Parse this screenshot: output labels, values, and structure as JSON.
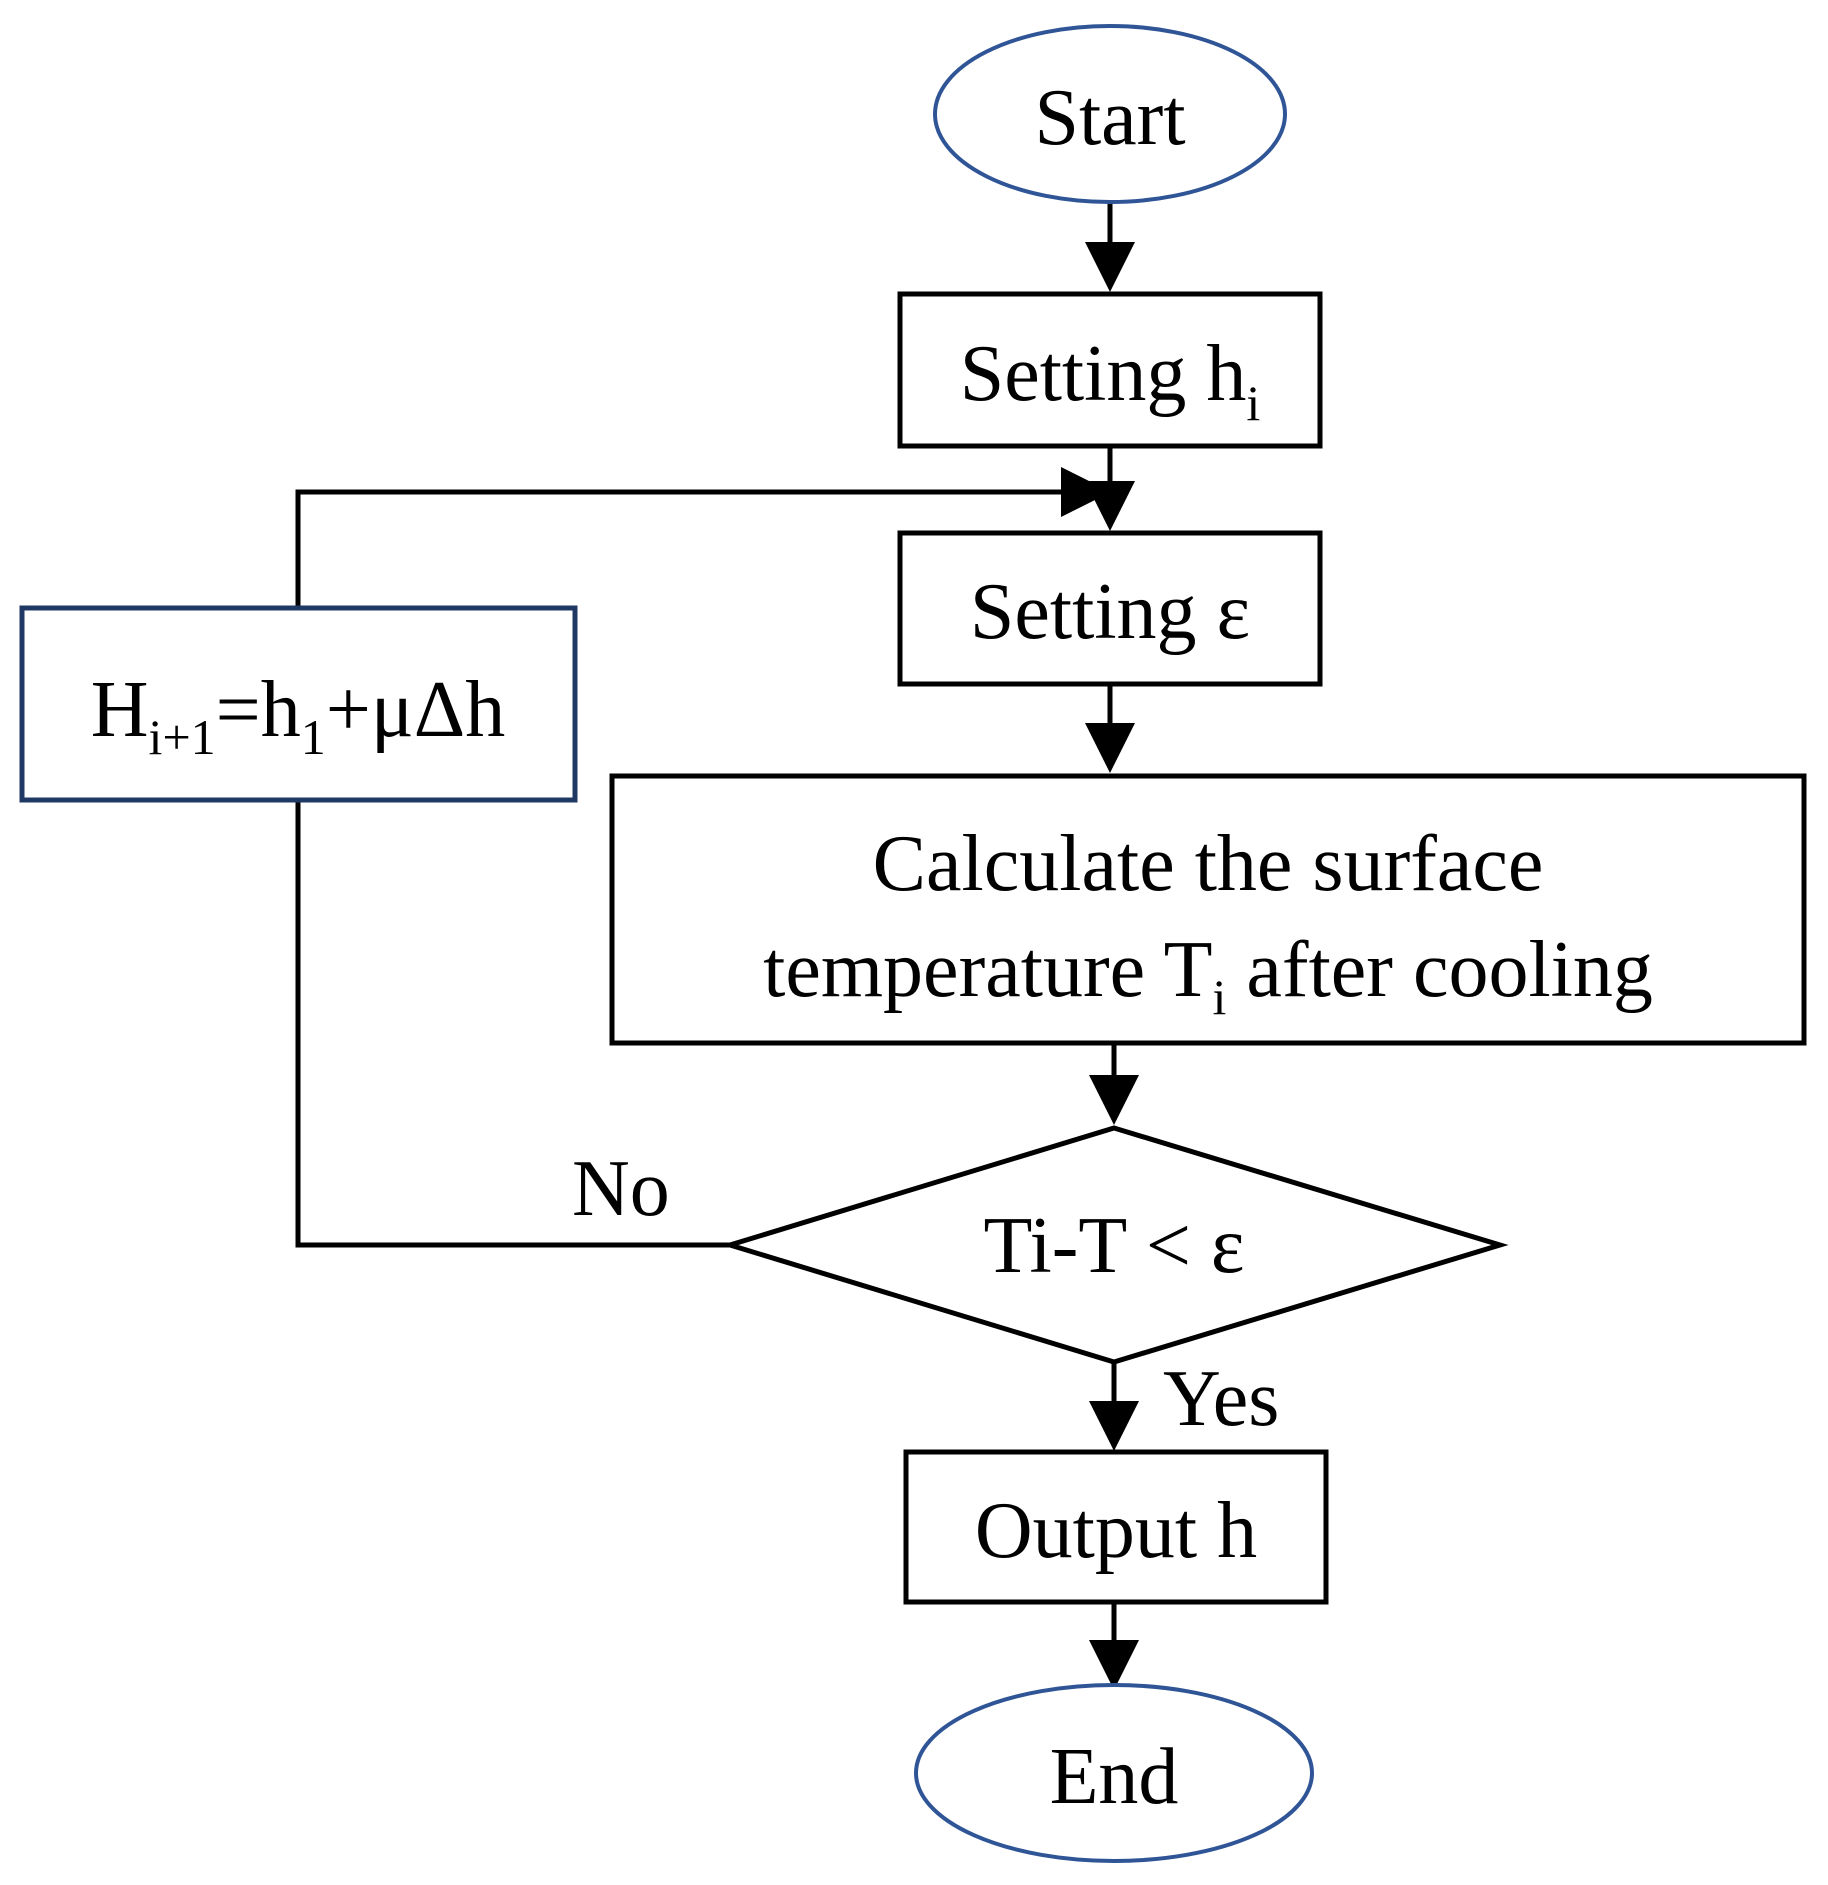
{
  "nodes": {
    "start": {
      "label": "Start"
    },
    "setting_h": {
      "label": "Setting h",
      "subscript": "i"
    },
    "setting_eps": {
      "label": "Setting ε"
    },
    "calculate": {
      "line1": "Calculate the surface",
      "line2_before": "temperature T",
      "line2_sub": "i",
      "line2_after": " after cooling"
    },
    "decision": {
      "label": "Ti-T <  ε"
    },
    "update": {
      "base1": "H",
      "sub1": "i+1",
      "mid": "=h",
      "sub2": "1",
      "tail": "+μΔh"
    },
    "output": {
      "label": "Output h"
    },
    "end": {
      "label": "End"
    }
  },
  "edges": {
    "no_label": "No",
    "yes_label": "Yes"
  },
  "colors": {
    "line": "#000000",
    "oval_stroke": "#2f5597",
    "update_box_stroke": "#1f3864",
    "background": "#ffffff"
  }
}
